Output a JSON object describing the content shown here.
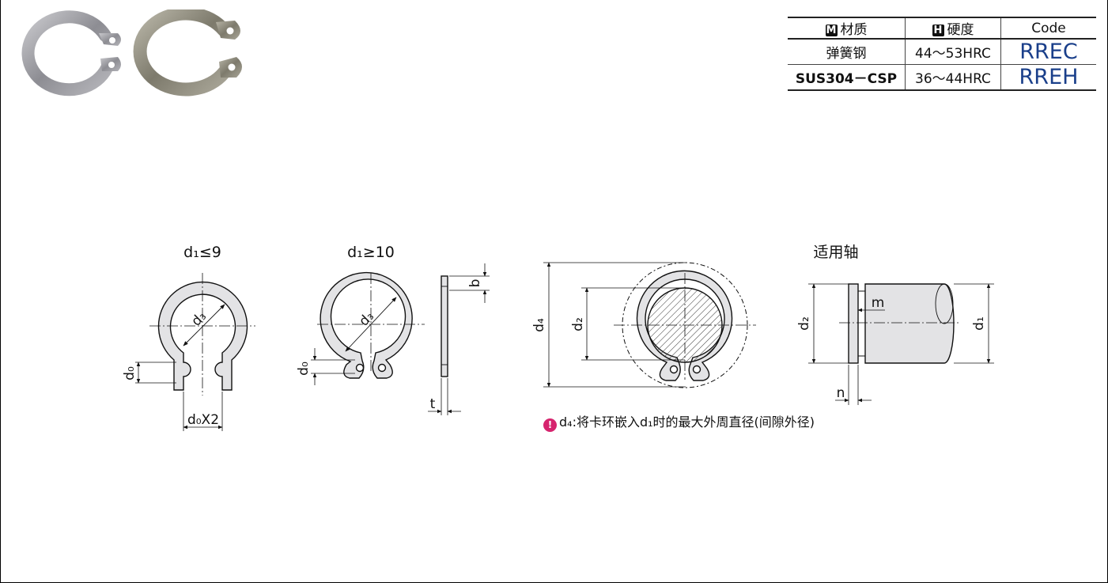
{
  "spec_table": {
    "headers": [
      {
        "badge": "M",
        "label": "材质"
      },
      {
        "badge": "H",
        "label": "硬度"
      },
      {
        "badge": "",
        "label": "Code"
      }
    ],
    "rows": [
      {
        "material": "弹簧钢",
        "hardness": "44～53HRC",
        "code": "RREC"
      },
      {
        "material": "SUS304－CSP",
        "hardness": "36～44HRC",
        "code": "RREH"
      }
    ]
  },
  "drawing": {
    "ring_small": {
      "title": "d₁≤9",
      "d3": "d₃",
      "d0": "d₀",
      "d0x2": "d₀X2"
    },
    "ring_large": {
      "title": "d₁≥10",
      "d3": "d₃",
      "d0": "d₀"
    },
    "side_view": {
      "b": "b",
      "t": "t"
    },
    "mounted": {
      "d4": "d₄",
      "d2": "d₂"
    },
    "shaft": {
      "title": "适用轴",
      "d2": "d₂",
      "d1": "d₁",
      "m": "m",
      "n": "n"
    }
  },
  "note": {
    "icon": "warning-icon",
    "text": "d₄:将卡环嵌入d₁时的最大外周直径(间隙外径)"
  },
  "colors": {
    "code_blue": "#1a3f8a",
    "ring_fill": "#e3e3e5",
    "note_icon": "#d6246e"
  }
}
